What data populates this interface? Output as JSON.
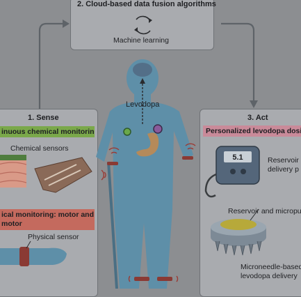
{
  "top_box": {
    "title": "2. Cloud-based data fusion algorithms",
    "subtitle": "Machine learning",
    "icon": "cycle-icon"
  },
  "center": {
    "drug_label": "Levodopa",
    "figure": "patient-silhouette-icon"
  },
  "sense": {
    "title": "1. Sense",
    "chemical_tag": "inuous chemical monitoring",
    "chemical_caption": "Chemical sensors",
    "physical_tag_line1": "ical monitoring: motor and",
    "physical_tag_line2": "motor",
    "physical_caption": "Physical sensor"
  },
  "act": {
    "title": "3. Act",
    "tag": "Personalized levodopa dosi",
    "pump_display": "5.1",
    "pump_caption_line1": "Reservoir a",
    "pump_caption_line2": "delivery p",
    "patch_caption_top": "Reservoir and micropu",
    "patch_caption_line1": "Microneedle-based",
    "patch_caption_line2": "levodopa delivery"
  },
  "colors": {
    "background": "#8c8e91",
    "panel": "#a9abaf",
    "figure": "#5e8fa8",
    "green_tag": "#7aa84a",
    "pink_tag": "#c98a99",
    "red_tag": "#c46a5e"
  }
}
